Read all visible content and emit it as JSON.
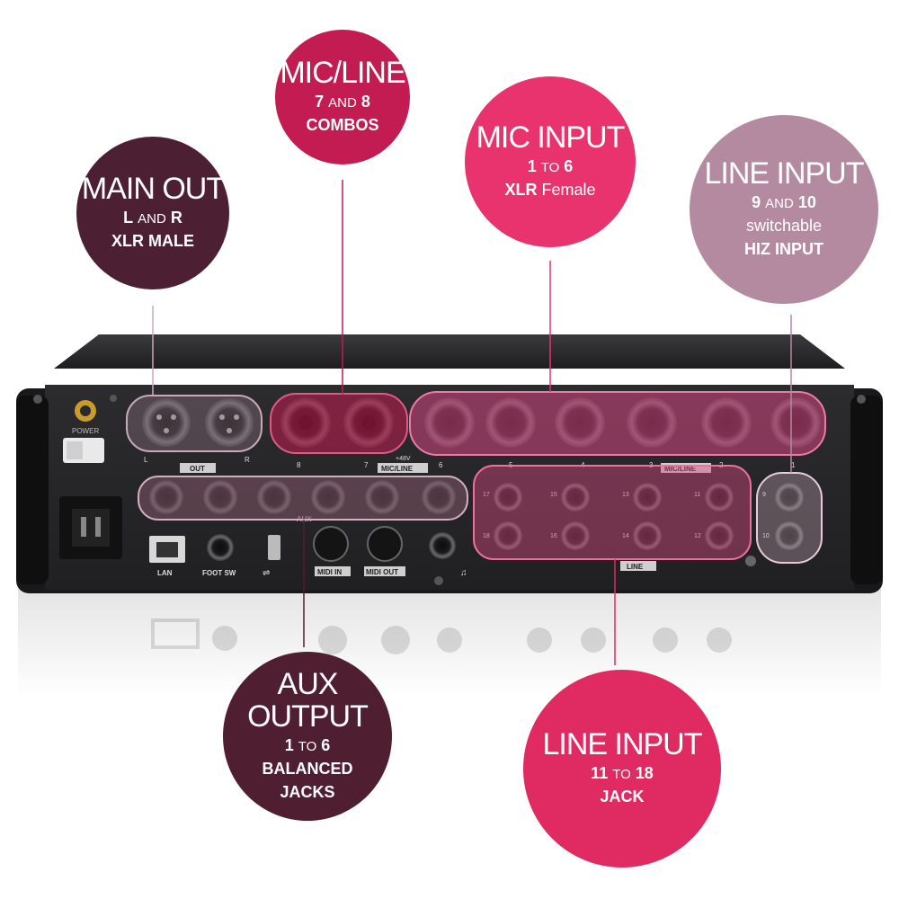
{
  "colors": {
    "main_out": "#4d1f33",
    "mic_line": "#c21c52",
    "mic_input": "#e8336e",
    "line_input_9_10": "#b48aa0",
    "aux_output": "#4f1e30",
    "line_input_11_18": "#df2a62",
    "device_body": "#2a2a2c",
    "overlay_pink": "#d2467f"
  },
  "callouts": {
    "main_out": {
      "title": "MAIN OUT",
      "l1a": "L",
      "l1b": "AND",
      "l1c": "R",
      "l2": "XLR MALE"
    },
    "mic_line": {
      "title": "MIC/LINE",
      "l1a": "7",
      "l1b": "AND",
      "l1c": "8",
      "l2": "COMBOS"
    },
    "mic_input": {
      "title": "MIC INPUT",
      "l1a": "1",
      "l1b": "TO",
      "l1c": "6",
      "l2a": "XLR",
      "l2b": "Female"
    },
    "line_input_9_10": {
      "title": "LINE INPUT",
      "l1a": "9",
      "l1b": "AND",
      "l1c": "10",
      "l2": "switchable",
      "l3": "HIZ INPUT"
    },
    "aux_output": {
      "t1": "AUX",
      "t2": "OUTPUT",
      "l1a": "1",
      "l1b": "TO",
      "l1c": "6",
      "l2": "BALANCED",
      "l3": "JACKS"
    },
    "line_input_11_18": {
      "title": "LINE INPUT",
      "l1a": "11",
      "l1b": "TO",
      "l1c": "18",
      "l2": "JACK"
    }
  },
  "device_labels": {
    "power": "POWER",
    "out": "OUT",
    "out_l": "L",
    "out_r": "R",
    "mic_line": "MIC/LINE",
    "mic_line_right": "MIC/LINE",
    "v48": "+48V",
    "aux": "AUX",
    "line": "LINE",
    "lan": "LAN",
    "foot_sw": "FOOT SW",
    "midi_in": "MIDI IN",
    "midi_out": "MIDI OUT",
    "n8": "8",
    "n7": "7",
    "n6": "6",
    "n5": "5",
    "n4": "4",
    "n3": "3",
    "n2": "2",
    "n1": "1",
    "n17": "17",
    "n18": "18",
    "n15": "15",
    "n16": "16",
    "n13": "13",
    "n14": "14",
    "n11": "11",
    "n12": "12",
    "n9": "9",
    "n10": "10"
  }
}
